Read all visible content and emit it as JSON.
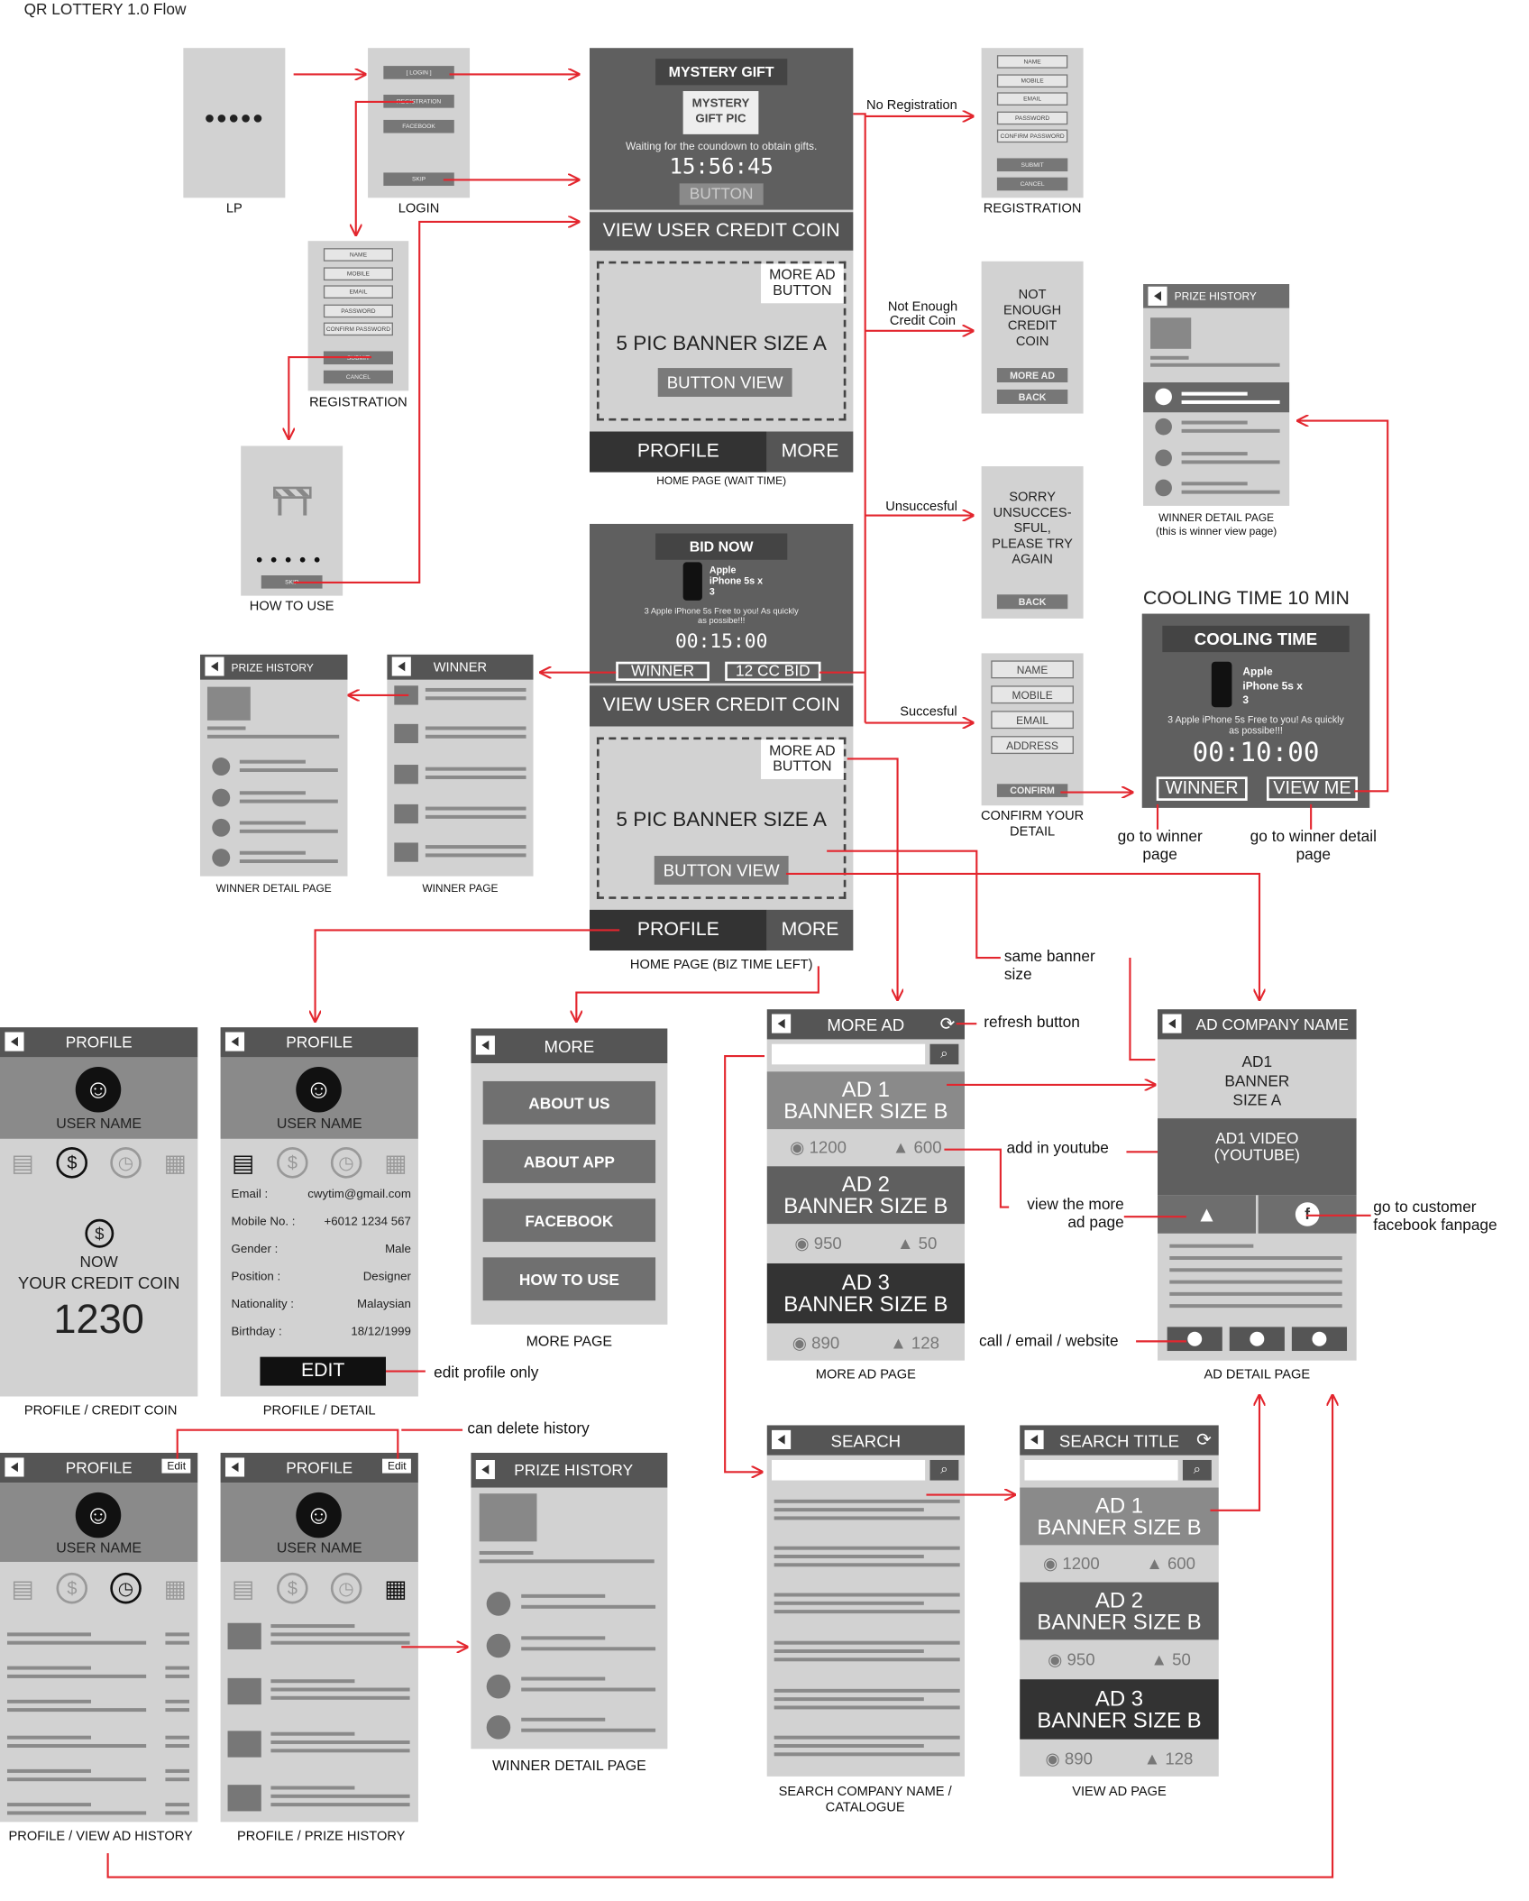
{
  "title": "QR LOTTERY 1.0 Flow",
  "screens": {
    "lp": {
      "dots": "●●●●●",
      "caption": "LP"
    },
    "login": {
      "buttons": [
        "[ LOGIN ]",
        "REGISTRATION",
        "FACEBOOK"
      ],
      "skip": "SKIP",
      "caption": "LOGIN"
    },
    "registration_left": {
      "fields": [
        "NAME",
        "MOBILE",
        "EMAIL",
        "PASSWORD",
        "CONFIRM PASSWORD"
      ],
      "submit": "SUBMIT",
      "cancel": "CANCEL",
      "caption": "REGISTRATION"
    },
    "how_to_use": {
      "skip": "SKIP",
      "caption": "HOW TO USE"
    },
    "home_wait": {
      "ribbon": "MYSTERY GIFT",
      "gift_pic": "MYSTERY GIFT PIC",
      "waiting_text": "Waiting for the coundown to obtain gifts.",
      "timer": "15:56:45",
      "button": "BUTTON",
      "credit_bar": "VIEW USER CREDIT COIN",
      "more_ad_button": "MORE AD BUTTON",
      "banner": "5 PIC BANNER SIZE A",
      "button_view": "BUTTON VIEW",
      "profile": "PROFILE",
      "more": "MORE",
      "caption": "HOME PAGE (WAIT TIME)"
    },
    "home_biz": {
      "ribbon": "BID NOW",
      "product": "Apple iPhone 5s x 3",
      "promo": "3 Apple iPhone 5s Free to you! As quickly as possibe!!!",
      "timer": "00:15:00",
      "winner": "WINNER",
      "bid": "12 CC BID",
      "credit_bar": "VIEW USER CREDIT COIN",
      "more_ad_button": "MORE AD BUTTON",
      "banner": "5 PIC BANNER SIZE A",
      "button_view": "BUTTON VIEW",
      "profile": "PROFILE",
      "more": "MORE",
      "caption": "HOME PAGE (BIZ TIME LEFT)"
    },
    "registration_right": {
      "fields": [
        "NAME",
        "MOBILE",
        "EMAIL",
        "PASSWORD",
        "CONFIRM PASSWORD"
      ],
      "submit": "SUBMIT",
      "cancel": "CANCEL",
      "caption": "REGISTRATION"
    },
    "not_enough": {
      "text": "NOT ENOUGH CREDIT COIN",
      "more_ad": "MORE AD",
      "back": "BACK"
    },
    "sorry": {
      "text": "SORRY UNSUCCES-SFUL, PLEASE TRY AGAIN",
      "back": "BACK"
    },
    "confirm": {
      "fields": [
        "NAME",
        "MOBILE",
        "EMAIL",
        "ADDRESS"
      ],
      "confirm": "CONFIRM",
      "caption": "CONFIRM YOUR DETAIL"
    },
    "prize_history_winner": {
      "title": "PRIZE HISTORY",
      "caption": "WINNER DETAIL PAGE",
      "caption2": "(this is winner view page)"
    },
    "cooling": {
      "heading": "COOLING TIME 10 MIN",
      "ribbon": "COOLING TIME",
      "product": "Apple iPhone 5s x 3",
      "promo": "3 Apple iPhone 5s Free to you! As quickly as possibe!!!",
      "timer": "00:10:00",
      "winner": "WINNER",
      "view_me": "VIEW ME",
      "note_winner": "go to winner page",
      "note_detail": "go to winner detail page"
    },
    "prize_history_left": {
      "title": "PRIZE HISTORY",
      "caption": "WINNER DETAIL PAGE"
    },
    "winner_page": {
      "title": "WINNER",
      "caption": "WINNER PAGE"
    },
    "profile_credit": {
      "title": "PROFILE",
      "user": "USER NAME",
      "now": "NOW",
      "credit_label": "YOUR CREDIT COIN",
      "credit_value": "1230",
      "caption": "PROFILE / CREDIT COIN"
    },
    "profile_detail": {
      "title": "PROFILE",
      "user": "USER NAME",
      "rows": [
        {
          "k": "Email :",
          "v": "cwytim@gmail.com"
        },
        {
          "k": "Mobile No. :",
          "v": "+6012 1234 567"
        },
        {
          "k": "Gender :",
          "v": "Male"
        },
        {
          "k": "Position :",
          "v": "Designer"
        },
        {
          "k": "Nationality :",
          "v": "Malaysian"
        },
        {
          "k": "Birthday :",
          "v": "18/12/1999"
        }
      ],
      "edit": "EDIT",
      "caption": "PROFILE / DETAIL",
      "note": "edit profile only"
    },
    "more_page": {
      "title": "MORE",
      "items": [
        "ABOUT US",
        "ABOUT APP",
        "FACEBOOK",
        "HOW TO USE"
      ],
      "caption": "MORE PAGE"
    },
    "more_ad": {
      "title": "MORE AD",
      "ads": [
        {
          "name": "AD 1",
          "size": "BANNER SIZE B",
          "views": "1200",
          "likes": "600"
        },
        {
          "name": "AD 2",
          "size": "BANNER SIZE B",
          "views": "950",
          "likes": "50"
        },
        {
          "name": "AD 3",
          "size": "BANNER SIZE B",
          "views": "890",
          "likes": "128"
        }
      ],
      "caption": "MORE AD PAGE"
    },
    "ad_detail": {
      "title": "AD COMPANY NAME",
      "banner": "AD1 BANNER SIZE A",
      "video": "AD1 VIDEO (YOUTUBE)",
      "caption": "AD DETAIL PAGE"
    },
    "profile_ad_history": {
      "title": "PROFILE",
      "edit": "Edit",
      "user": "USER NAME",
      "caption": "PROFILE / VIEW AD HISTORY"
    },
    "profile_prize_history": {
      "title": "PROFILE",
      "edit": "Edit",
      "user": "USER NAME",
      "caption": "PROFILE / PRIZE HISTORY"
    },
    "winner_detail_bottom": {
      "title": "PRIZE HISTORY",
      "caption": "WINNER DETAIL PAGE"
    },
    "search": {
      "title": "SEARCH",
      "caption": "SEARCH COMPANY NAME / CATALOGUE"
    },
    "view_ad": {
      "title": "SEARCH TITLE",
      "ads": [
        {
          "name": "AD 1",
          "size": "BANNER SIZE B",
          "views": "1200",
          "likes": "600"
        },
        {
          "name": "AD 2",
          "size": "BANNER SIZE B",
          "views": "950",
          "likes": "50"
        },
        {
          "name": "AD 3",
          "size": "BANNER SIZE B",
          "views": "890",
          "likes": "128"
        }
      ],
      "caption": "VIEW AD PAGE"
    }
  },
  "notes": {
    "no_registration": "No Registration",
    "not_enough": "Not Enough Credit Coin",
    "unsuccessful": "Unsuccesful",
    "successful": "Succesful",
    "same_banner": "same banner size",
    "refresh": "refresh button",
    "youtube": "add in youtube",
    "view_more": "view the more ad page",
    "fanpage": "go to customer facebook fanpage",
    "contact": "call / email / website",
    "delete_history": "can delete history"
  },
  "colors": {
    "arrow": "#e3262e",
    "dark": "#5f5f5f",
    "light": "#d2d2d2"
  }
}
